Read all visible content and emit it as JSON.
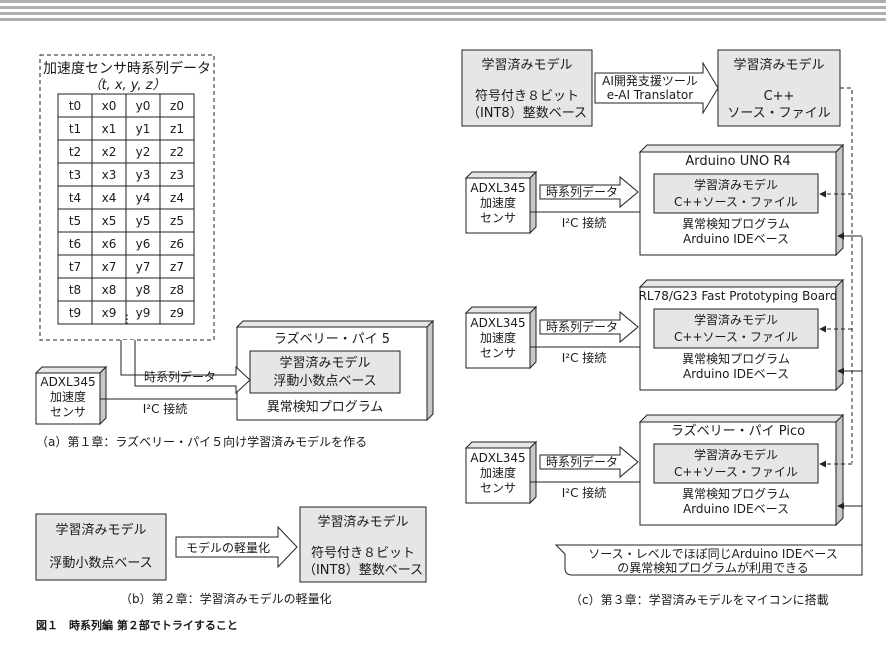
{
  "sensor_data": {
    "title": "加速度センサ時系列データ",
    "vars": "（t, x, y, z）",
    "rows": [
      [
        "t0",
        "x0",
        "y0",
        "z0"
      ],
      [
        "t1",
        "x1",
        "y1",
        "z1"
      ],
      [
        "t2",
        "x2",
        "y2",
        "z2"
      ],
      [
        "t3",
        "x3",
        "y3",
        "z3"
      ],
      [
        "t4",
        "x4",
        "y4",
        "z4"
      ],
      [
        "t5",
        "x5",
        "y5",
        "z5"
      ],
      [
        "t6",
        "x6",
        "y6",
        "z6"
      ],
      [
        "t7",
        "x7",
        "y7",
        "z7"
      ],
      [
        "t8",
        "x8",
        "y8",
        "z8"
      ],
      [
        "t9",
        "x9",
        "y9",
        "z9"
      ]
    ],
    "ellipsis": "⋮"
  },
  "panel_a": {
    "sensor": [
      "ADXL345",
      "加速度",
      "センサ"
    ],
    "arrow_label": "時系列データ",
    "link_label": "I²C 接続",
    "board": "ラズベリー・パイ 5",
    "model": [
      "学習済みモデル",
      "浮動小数点ベース"
    ],
    "program": "異常検知プログラム",
    "caption": "（a）第１章：ラズベリー・パイ５向け学習済みモデルを作る"
  },
  "panel_b": {
    "src": [
      "学習済みモデル",
      "浮動小数点ベース"
    ],
    "arrow_label": "モデルの軽量化",
    "dst": [
      "学習済みモデル",
      "符号付き８ビット",
      "（INT8）整数ベース"
    ],
    "caption": "（b）第２章：学習済みモデルの軽量化"
  },
  "panel_c": {
    "top_src": [
      "学習済みモデル",
      "符号付き８ビット",
      "（INT8）整数ベース"
    ],
    "tool": [
      "AI開発支援ツール",
      "e-AI Translator"
    ],
    "top_dst": [
      "学習済みモデル",
      "C++",
      "ソース・ファイル"
    ],
    "boards": [
      {
        "name": "Arduino UNO R4"
      },
      {
        "name": "RL78/G23 Fast Prototyping Board"
      },
      {
        "name": "ラズベリー・パイ Pico"
      }
    ],
    "sensor": [
      "ADXL345",
      "加速度",
      "センサ"
    ],
    "arrow_label": "時系列データ",
    "link_label": "I²C 接続",
    "model": [
      "学習済みモデル",
      "C++ソース・ファイル"
    ],
    "program": [
      "異常検知プログラム",
      "Arduino IDEベース"
    ],
    "note": [
      "ソース・レベルでほぼ同じArduino IDEベース",
      "の異常検知プログラムが利用できる"
    ],
    "caption": "（c）第３章：学習済みモデルをマイコンに搭載"
  },
  "figure_caption": "図１　時系列編 第２部でトライすること"
}
